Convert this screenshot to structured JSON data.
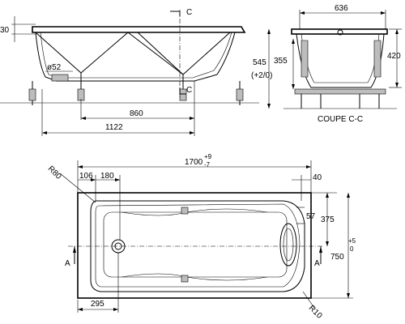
{
  "labels": {
    "d30": "30",
    "d52": "ø52",
    "d860": "860",
    "d1122": "1122",
    "section_c_top": "C",
    "section_c_bottom": "C",
    "d636": "636",
    "d545": "545",
    "d545_tol": "(+2/0)",
    "d355": "355",
    "d420": "420",
    "coupe": "COUPE C-C",
    "d1700": "1700",
    "d1700_tol_up": "+9",
    "d1700_tol_dn": "-7",
    "r80": "R80",
    "d106": "106",
    "d180": "180",
    "d40": "40",
    "d57": "57",
    "d375": "375",
    "d750": "750",
    "d750_tol_up": "+5",
    "d750_tol_dn": "0",
    "a_left": "A",
    "a_right": "A",
    "d295": "295",
    "r10": "R10"
  }
}
